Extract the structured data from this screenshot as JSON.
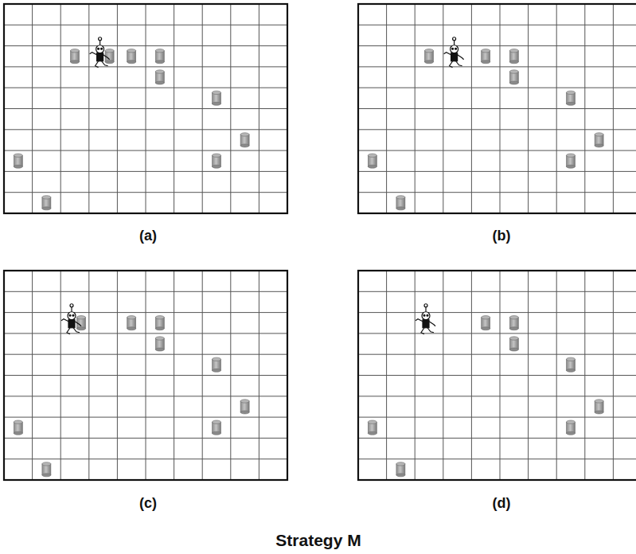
{
  "diagram": {
    "caption": "Strategy M",
    "labels": [
      "(a)",
      "(b)",
      "(c)",
      "(d)"
    ]
  }
}
